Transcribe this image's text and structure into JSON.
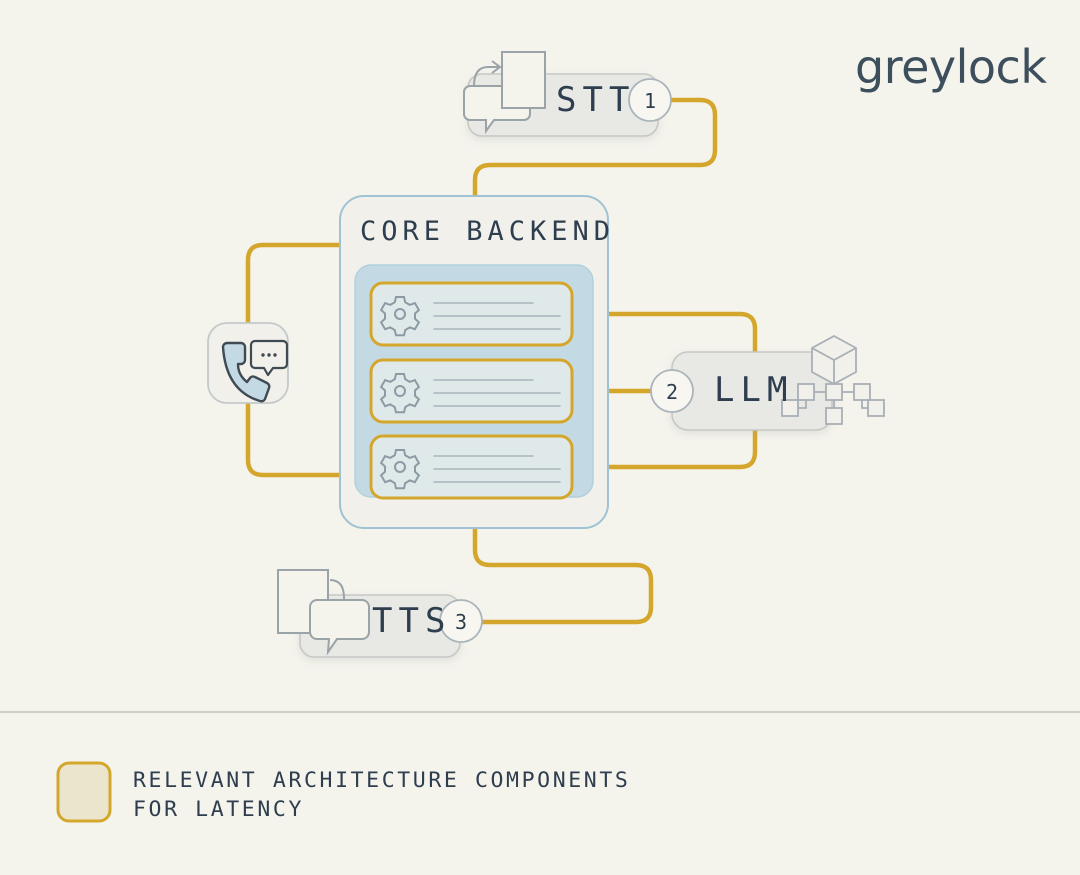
{
  "brand": {
    "logo_text": "greylock",
    "logo_color": "#3d4f5d"
  },
  "palette": {
    "background": "#f4f3ec",
    "gold": "#d4a72c",
    "gold_soft": "#dcb43c",
    "ink": "#2e3e4e",
    "grey_outline": "#b9bcbb",
    "blue_outline": "#9fc3d4",
    "blue_panel": "#c3dae5",
    "blue_row": "#dfe9ea",
    "box_fill": "#e8e8e4",
    "legend_swatch_fill": "#ece5ce",
    "divider": "#cfcfc8"
  },
  "nodes": {
    "stt": {
      "label": "STT",
      "badge": "1",
      "icon": "speech-to-text-icon"
    },
    "tts": {
      "label": "TTS",
      "badge": "3",
      "icon": "text-to-speech-icon"
    },
    "llm": {
      "label": "LLM",
      "badge": "2",
      "icon": "model-graph-icon"
    },
    "core": {
      "label": "CORE BACKEND",
      "rows": [
        {
          "icon": "gear-icon",
          "lines": 3
        },
        {
          "icon": "gear-icon",
          "lines": 3
        },
        {
          "icon": "gear-icon",
          "lines": 3
        }
      ]
    },
    "phone": {
      "icon": "phone-chat-icon",
      "label": ""
    }
  },
  "legend": {
    "swatch": "legend-swatch",
    "text": "RELEVANT ARCHITECTURE COMPONENTS\nFOR LATENCY"
  }
}
